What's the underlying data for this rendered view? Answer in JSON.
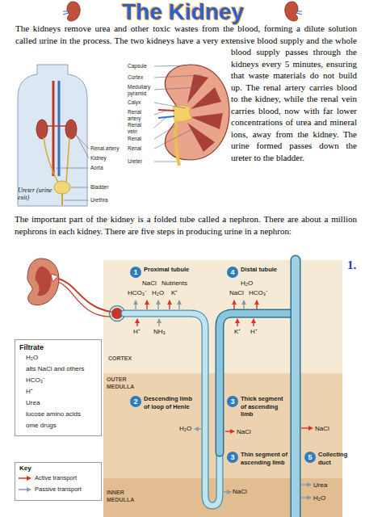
{
  "diagram": {
    "title": "The Kidney",
    "nodes": [
      {
        "text": [
          "CORTEX"
        ]
      },
      {
        "text": [
          "1",
          "Proximal tubule"
        ],
        "in": 0
      },
      {
        "text": [
          "4",
          "Distal tubule"
        ],
        "in": 0
      },
      {
        "text": [
          "OUTER MEDULLA"
        ]
      },
      {
        "text": [
          "2",
          "Descending limb of loop of Henle"
        ],
        "in": 3
      },
      {
        "text": [
          "3",
          "Thick segment of ascending limb"
        ],
        "in": 3
      },
      {
        "text": [
          "3",
          "Thin segment of ascending limb"
        ],
        "in": 3
      },
      {
        "text": [
          "5",
          "Collecting duct"
        ],
        "in": 3
      },
      {
        "text": [
          "INNER MEDULLA"
        ]
      },
      {
        "text": [
          "Filtrate",
          "H₂O",
          "alts NaCl and others",
          "HCO₃⁻",
          "H⁺",
          "Urea",
          "lucose amino acids",
          "ome drugs"
        ]
      },
      {
        "text": [
          "Key"
        ]
      }
    ],
    "labels": [
      "The kidneys remove urea and other toxic wastes from the blood, forming a dilute solution called urine in the process. The two kidneys have a very extensive blood supply and the whole blood supply passes through the kidneys every 5 minutes, ensuring that waste materials do not build up. The renal artery carries blood to the kidney, while the renal vein carries blood, now with far lower concentrations of urea and mineral ions, away from the kidney. The urine formed passes down the ureter to the bladder.",
      "Renal artery",
      "Kidney",
      "Aorta",
      "Ureter (urine exit)",
      "Bladder",
      "Urethra",
      "Capsule",
      "Cortex",
      "Medullary pyramid",
      "Calyx",
      "Renal artery",
      "Renal vein",
      "Renal",
      "Renal",
      "Ureter",
      "The important part of the kidney is a folded tube called a nephron. There are about a million nephrons in each kidney. There are five steps in producing urine in a nephron:",
      "1.",
      "NaCl",
      "Nutrients",
      "HCO₃⁻",
      "H₂O",
      "K⁺",
      "H⁺",
      "NH₃",
      "H₂O",
      "NaCl",
      "HCO₃⁻",
      "K⁺",
      "H⁺",
      "H₂O",
      "NaCl",
      "NaCl",
      "NaCl",
      "Urea",
      "H₂O"
    ],
    "legend": [
      {
        "text": "Active transport"
      },
      {
        "text": "Passive transport"
      }
    ]
  }
}
